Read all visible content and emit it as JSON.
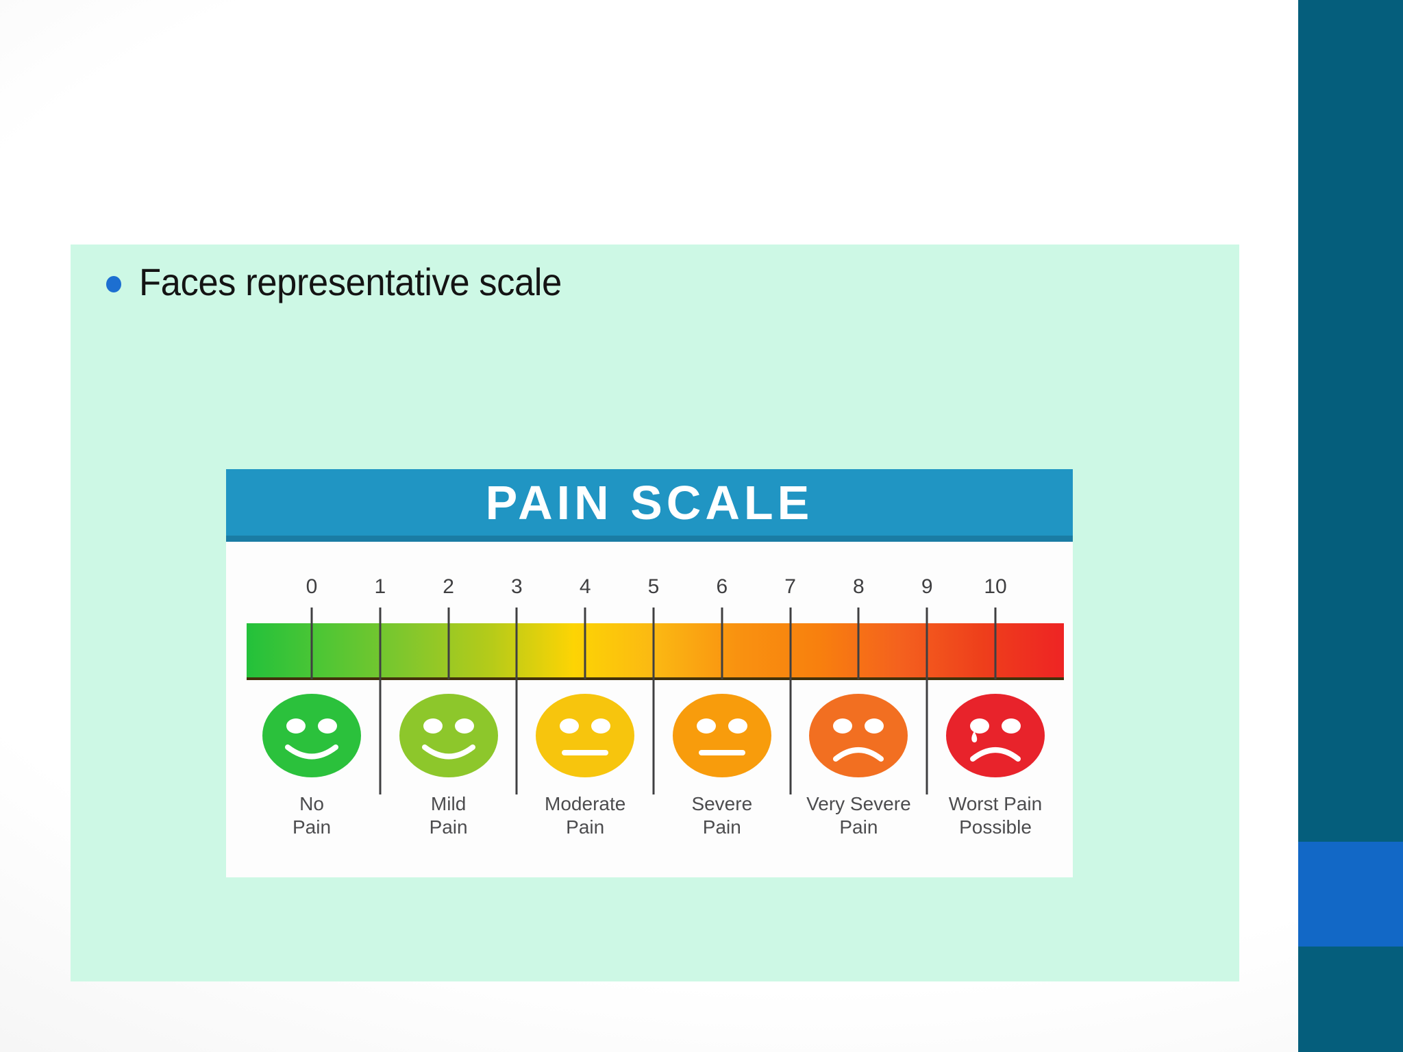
{
  "slide": {
    "bullet": {
      "text": "Faces representative scale"
    }
  },
  "figure": {
    "title": "PAIN SCALE",
    "scale_numbers": [
      "0",
      "1",
      "2",
      "3",
      "4",
      "5",
      "6",
      "7",
      "8",
      "9",
      "10"
    ],
    "faces": [
      {
        "color": "#2bc13c",
        "mouth": "smile",
        "label": [
          "No",
          "Pain"
        ]
      },
      {
        "color": "#8dc72b",
        "mouth": "smile",
        "label": [
          "Mild",
          "Pain"
        ]
      },
      {
        "color": "#f7c50d",
        "mouth": "neutral",
        "label": [
          "Moderate",
          "Pain"
        ]
      },
      {
        "color": "#f89c0c",
        "mouth": "neutral",
        "label": [
          "Severe",
          "Pain"
        ]
      },
      {
        "color": "#f26f21",
        "mouth": "frown",
        "label": [
          "Very Severe",
          "Pain"
        ]
      },
      {
        "color": "#e8232b",
        "mouth": "frown-tear",
        "label": [
          "Worst Pain",
          "Possible"
        ]
      }
    ],
    "bar_gradient": [
      "#23c13b",
      "#52c634",
      "#84c72c",
      "#b6cb19",
      "#fdd404",
      "#fbb813",
      "#f99210",
      "#f8800e",
      "#f4611e",
      "#ee3f1b",
      "#ee2424"
    ],
    "colors": {
      "header_bg": "#2095c3",
      "header_edge": "#1a7ca4",
      "header_text": "#ffffff",
      "tick_line": "#3f3f41",
      "number_text": "#3f3f41",
      "label_text": "#4c4c4e"
    }
  },
  "theme": {
    "panel_bg": "#cdf8e5",
    "sidebar_teal": "#055e7c",
    "sidebar_blue": "#1268c6",
    "bullet_dot": "#1d6fd1"
  }
}
